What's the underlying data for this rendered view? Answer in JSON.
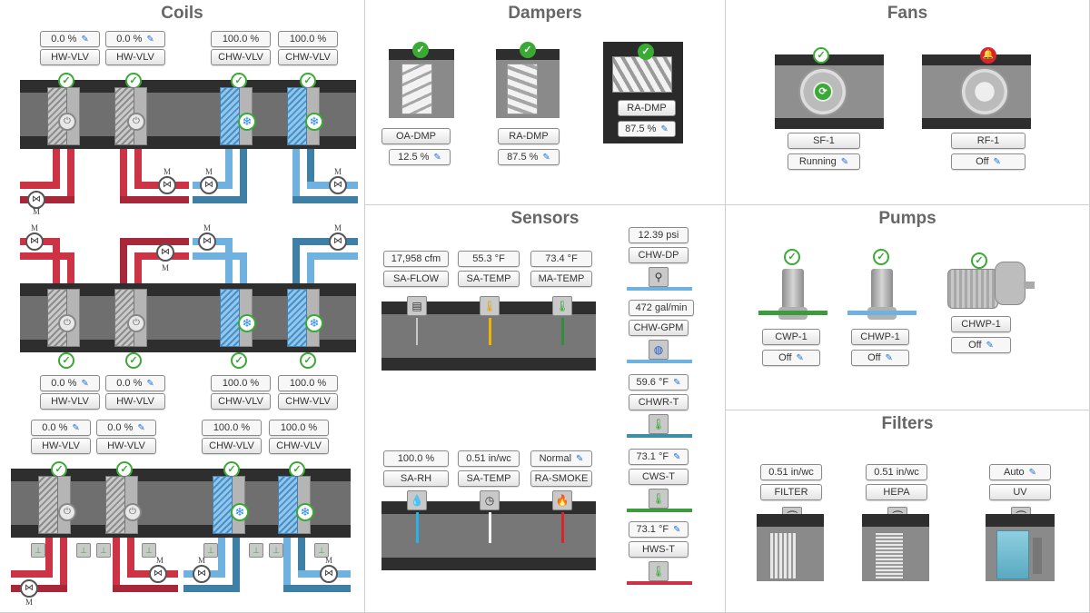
{
  "coils": {
    "title": "Coils",
    "group1": {
      "hw1_value": "0.0 %",
      "hw1_label": "HW-VLV",
      "hw2_value": "0.0 %",
      "hw2_label": "HW-VLV",
      "chw1_value": "100.0 %",
      "chw1_label": "CHW-VLV",
      "chw2_value": "100.0 %",
      "chw2_label": "CHW-VLV"
    },
    "group2": {
      "hw1_value": "0.0 %",
      "hw1_label": "HW-VLV",
      "hw2_value": "0.0 %",
      "hw2_label": "HW-VLV",
      "chw1_value": "100.0 %",
      "chw1_label": "CHW-VLV",
      "chw2_value": "100.0 %",
      "chw2_label": "CHW-VLV"
    },
    "group3": {
      "hw1_value": "0.0 %",
      "hw1_label": "HW-VLV",
      "hw2_value": "0.0 %",
      "hw2_label": "HW-VLV",
      "chw1_value": "100.0 %",
      "chw1_label": "CHW-VLV",
      "chw2_value": "100.0 %",
      "chw2_label": "CHW-VLV"
    },
    "motor_label": "M"
  },
  "dampers": {
    "title": "Dampers",
    "oa": {
      "label": "OA-DMP",
      "value": "12.5 %"
    },
    "ra1": {
      "label": "RA-DMP",
      "value": "87.5 %"
    },
    "ra2": {
      "label": "RA-DMP",
      "value": "87.5 %"
    }
  },
  "fans": {
    "title": "Fans",
    "sf": {
      "label": "SF-1",
      "value": "Running"
    },
    "rf": {
      "label": "RF-1",
      "value": "Off"
    }
  },
  "sensors": {
    "title": "Sensors",
    "row1": [
      {
        "value": "17,958 cfm",
        "label": "SA-FLOW",
        "icon": "flow-icon"
      },
      {
        "value": "55.3 °F",
        "label": "SA-TEMP",
        "icon": "thermometer-icon"
      },
      {
        "value": "73.4 °F",
        "label": "MA-TEMP",
        "icon": "thermometer-icon"
      }
    ],
    "row2": [
      {
        "value": "100.0 %",
        "label": "SA-RH",
        "icon": "humidity-icon"
      },
      {
        "value": "0.51 in/wc",
        "label": "SA-TEMP",
        "icon": "gauge-icon"
      },
      {
        "value": "Normal",
        "label": "RA-SMOKE",
        "icon": "smoke-icon"
      }
    ],
    "side": [
      {
        "value": "12.39 psi",
        "label": "CHW-DP"
      },
      {
        "value": "472 gal/min",
        "label": "CHW-GPM"
      },
      {
        "value": "59.6 °F",
        "label": "CHWR-T"
      },
      {
        "value": "73.1 °F",
        "label": "CWS-T"
      },
      {
        "value": "73.1 °F",
        "label": "HWS-T"
      }
    ]
  },
  "pumps": {
    "title": "Pumps",
    "cwp": {
      "label": "CWP-1",
      "value": "Off"
    },
    "chwp1": {
      "label": "CHWP-1",
      "value": "Off"
    },
    "chwp2": {
      "label": "CHWP-1",
      "value": "Off"
    }
  },
  "filters": {
    "title": "Filters",
    "filter": {
      "value": "0.51 in/wc",
      "label": "FILTER"
    },
    "hepa": {
      "value": "0.51 in/wc",
      "label": "HEPA"
    },
    "uv": {
      "value": "Auto",
      "label": "UV"
    }
  },
  "colors": {
    "ok": "#3aaa35",
    "alarm": "#d9262c",
    "hot": "#cc3344",
    "cold": "#6fb1df",
    "wrench": "#1a6fd8"
  }
}
